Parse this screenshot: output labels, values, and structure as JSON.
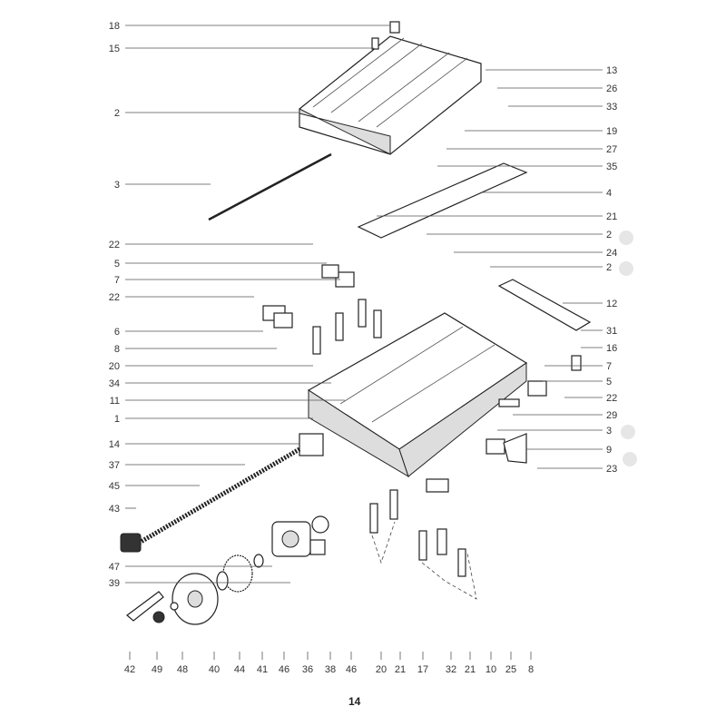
{
  "diagram": {
    "left_callouts": [
      "18",
      "15",
      "2",
      "3",
      "22",
      "5",
      "7",
      "22",
      "6",
      "8",
      "20",
      "34",
      "11",
      "1",
      "14",
      "37",
      "45",
      "43",
      "47",
      "39"
    ],
    "right_callouts": [
      "13",
      "26",
      "33",
      "19",
      "27",
      "35",
      "4",
      "21",
      "2",
      "24",
      "2",
      "12",
      "31",
      "16",
      "7",
      "5",
      "22",
      "29",
      "3",
      "9",
      "23"
    ],
    "bottom_callouts": [
      "42",
      "49",
      "48",
      "40",
      "44",
      "41",
      "46",
      "36",
      "38",
      "46",
      "20",
      "21",
      "17",
      "32",
      "21",
      "10",
      "25",
      "8"
    ],
    "page_number": "14"
  }
}
